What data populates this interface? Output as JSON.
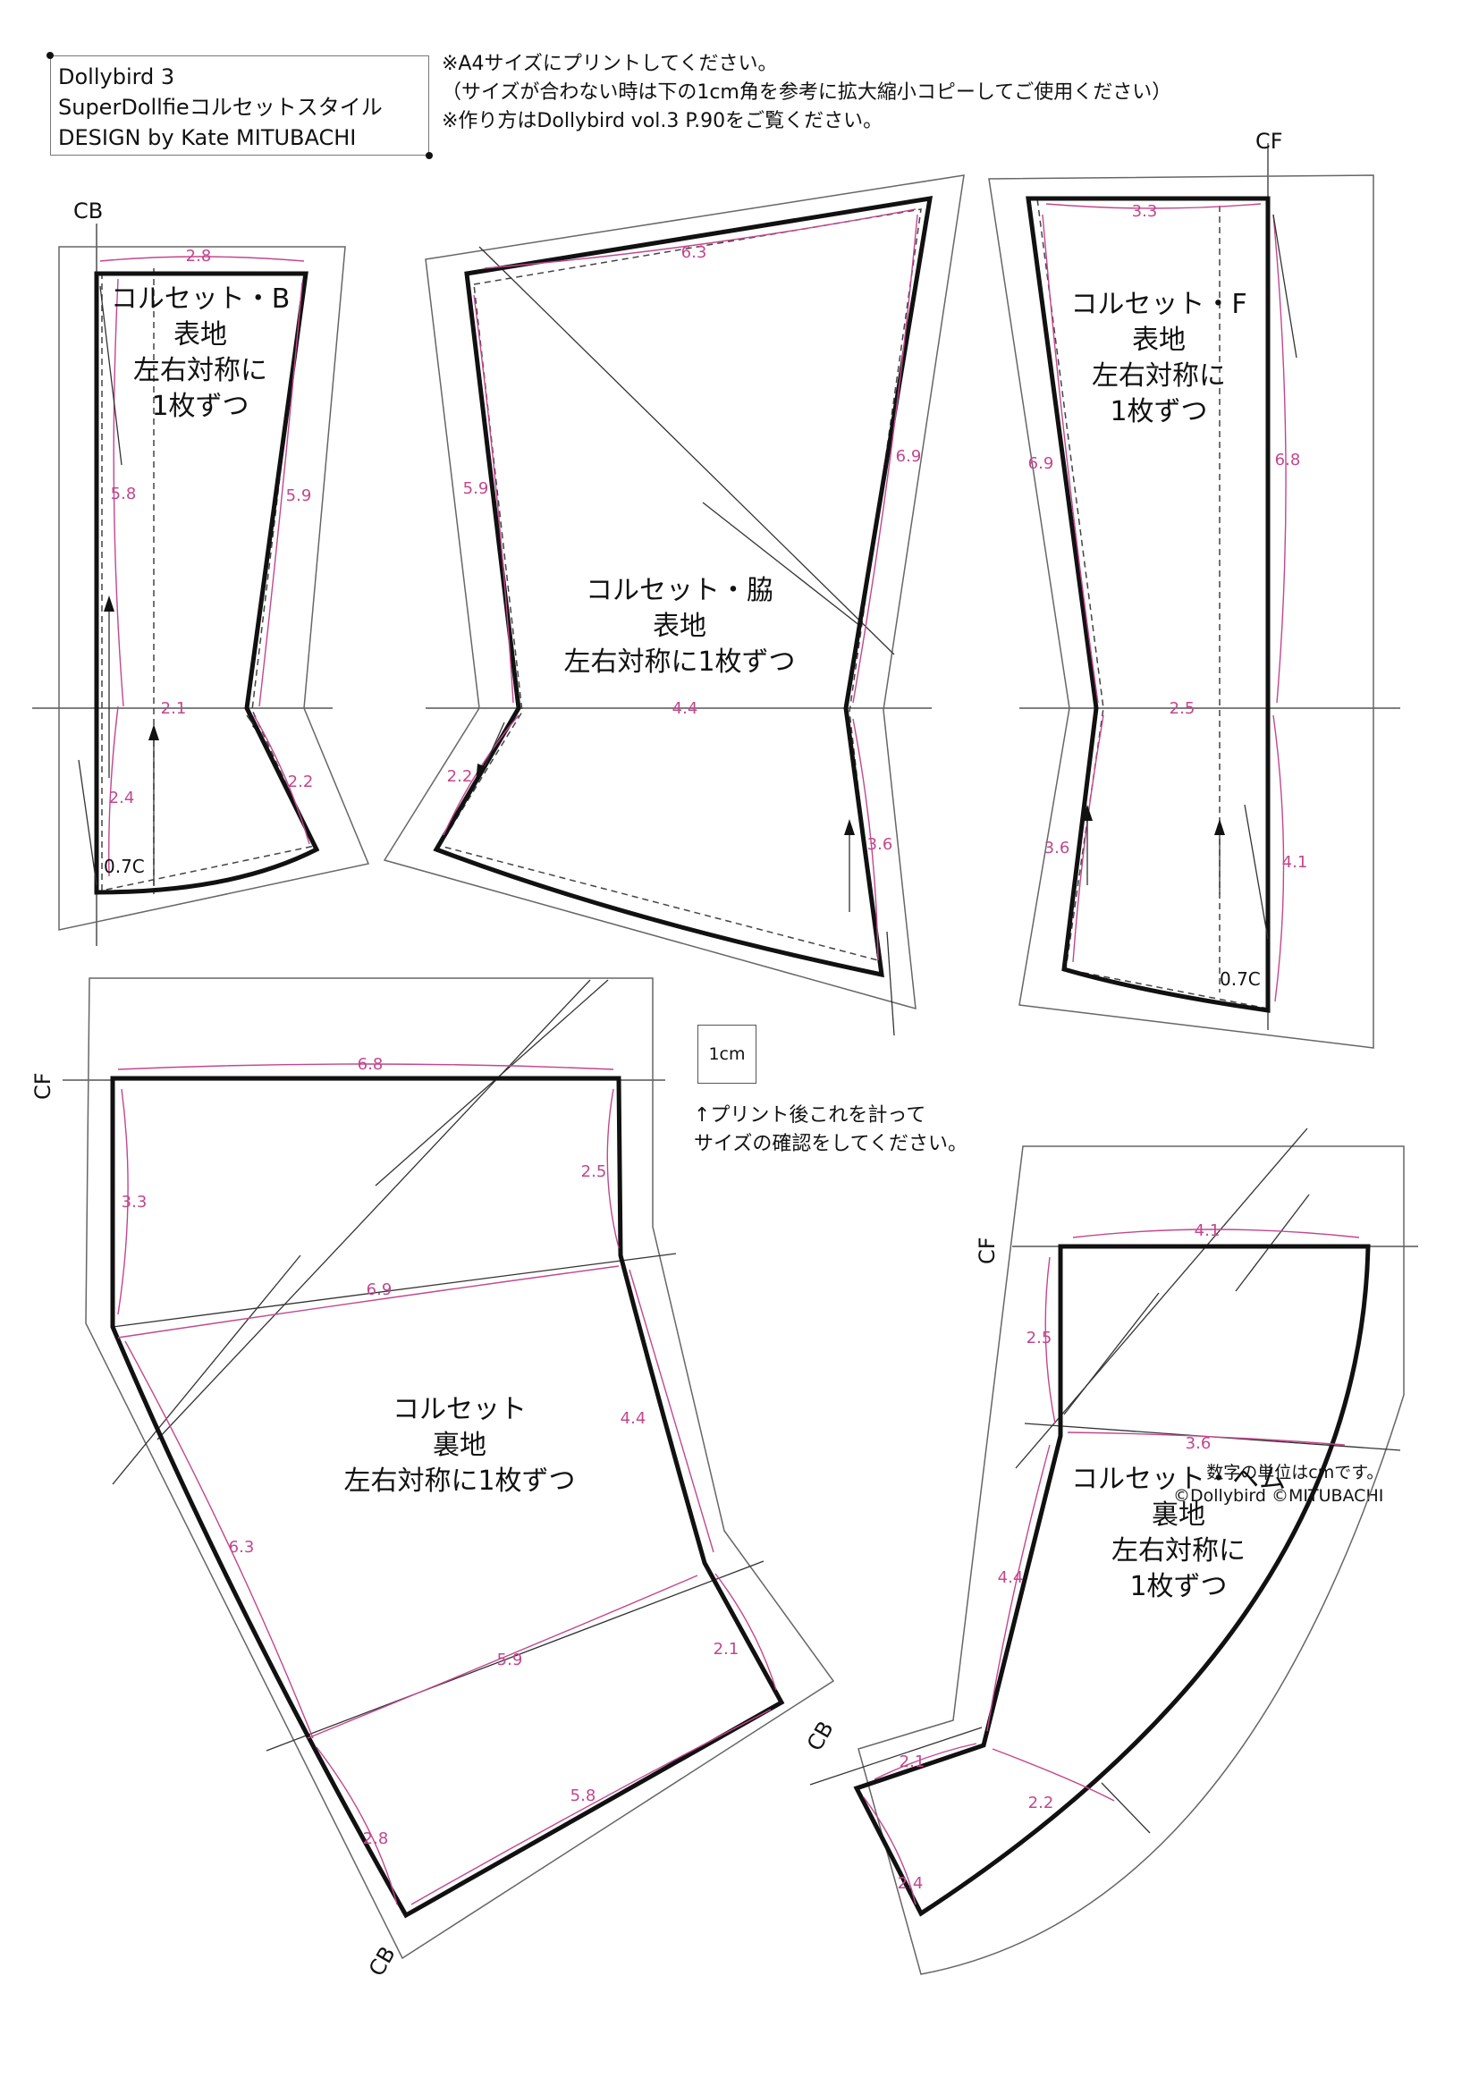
{
  "header": {
    "title_lines": [
      "Dollybird 3",
      "SuperDollfieコルセットスタイル",
      "DESIGN by Kate MITUBACHI"
    ],
    "notes": [
      "※A4サイズにプリントしてください。",
      "（サイズが合わない時は下の1cm角を参考に拡大縮小コピーしてご使用ください）",
      "※作り方はDollybird vol.3 P.90をご覧ください。"
    ]
  },
  "scale": {
    "box_label": "1cm",
    "note_lines": [
      "↑プリント後これを計って",
      "サイズの確認をしてください。"
    ]
  },
  "footer": {
    "unit_note": "数字の単位はcmです。",
    "copyright": "©Dollybird ©MITUBACHI"
  },
  "pieces": {
    "corset_b": {
      "name": "コルセット・B",
      "fabric": "表地",
      "count_1": "左右対称に",
      "count_2": "1枚ずつ",
      "ref_label": "CB",
      "corner_label": "0.7C",
      "measures": [
        "2.8",
        "5.8",
        "5.9",
        "2.1",
        "2.4",
        "2.2"
      ]
    },
    "corset_side": {
      "name": "コルセット・脇",
      "fabric": "表地",
      "count": "左右対称に1枚ずつ",
      "measures": [
        "6.3",
        "5.9",
        "6.9",
        "4.4",
        "2.2",
        "3.6"
      ]
    },
    "corset_f": {
      "name": "コルセット・F",
      "fabric": "表地",
      "count_1": "左右対称に",
      "count_2": "1枚ずつ",
      "ref_label": "CF",
      "corner_label": "0.7C",
      "measures": [
        "3.3",
        "6.9",
        "6.8",
        "2.5",
        "3.6",
        "4.1"
      ]
    },
    "corset_lining": {
      "name": "コルセット",
      "fabric": "裏地",
      "count": "左右対称に1枚ずつ",
      "top_label": "CF",
      "bottom_label": "CB",
      "measures": [
        "6.8",
        "3.3",
        "2.5",
        "6.9",
        "4.4",
        "6.3",
        "5.9",
        "2.1",
        "5.8",
        "2.8"
      ]
    },
    "corset_hem": {
      "name": "コルセット・ヘム",
      "fabric": "裏地",
      "count_1": "左右対称に",
      "count_2": "1枚ずつ",
      "top_label": "CF",
      "bottom_label": "CB",
      "measures": [
        "4.1",
        "2.5",
        "3.6",
        "4.4",
        "2.1",
        "2.2",
        "2.4"
      ]
    }
  }
}
